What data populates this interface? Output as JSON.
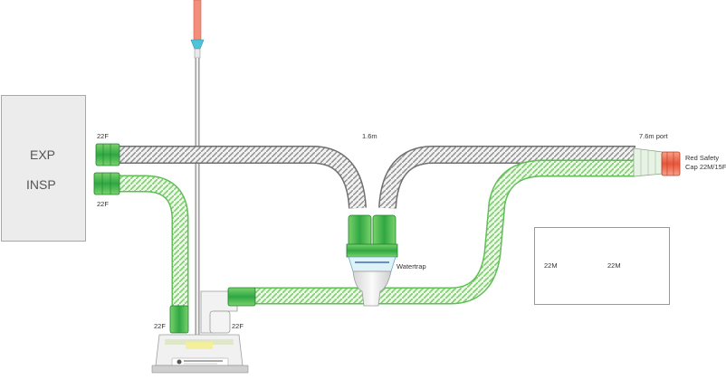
{
  "ventilator": {
    "exp_label": "EXP",
    "insp_label": "INSP"
  },
  "connectors": {
    "exp_port": "22F",
    "insp_port": "22F",
    "humidifier_in": "22F",
    "humidifier_out": "22F"
  },
  "limb_length": "1.6m",
  "port_label": "7.6m port",
  "red_cap": {
    "line1": "Red Safety",
    "line2": "Cap 22M/15F"
  },
  "watertrap_label": "Watertrap",
  "adapter": {
    "left": "22M",
    "right": "22M"
  },
  "colors": {
    "green": "#3ab54a",
    "light_green": "#a6dc96",
    "grey_tube": "#9a9a9a",
    "red_cap": "#f07a60"
  }
}
